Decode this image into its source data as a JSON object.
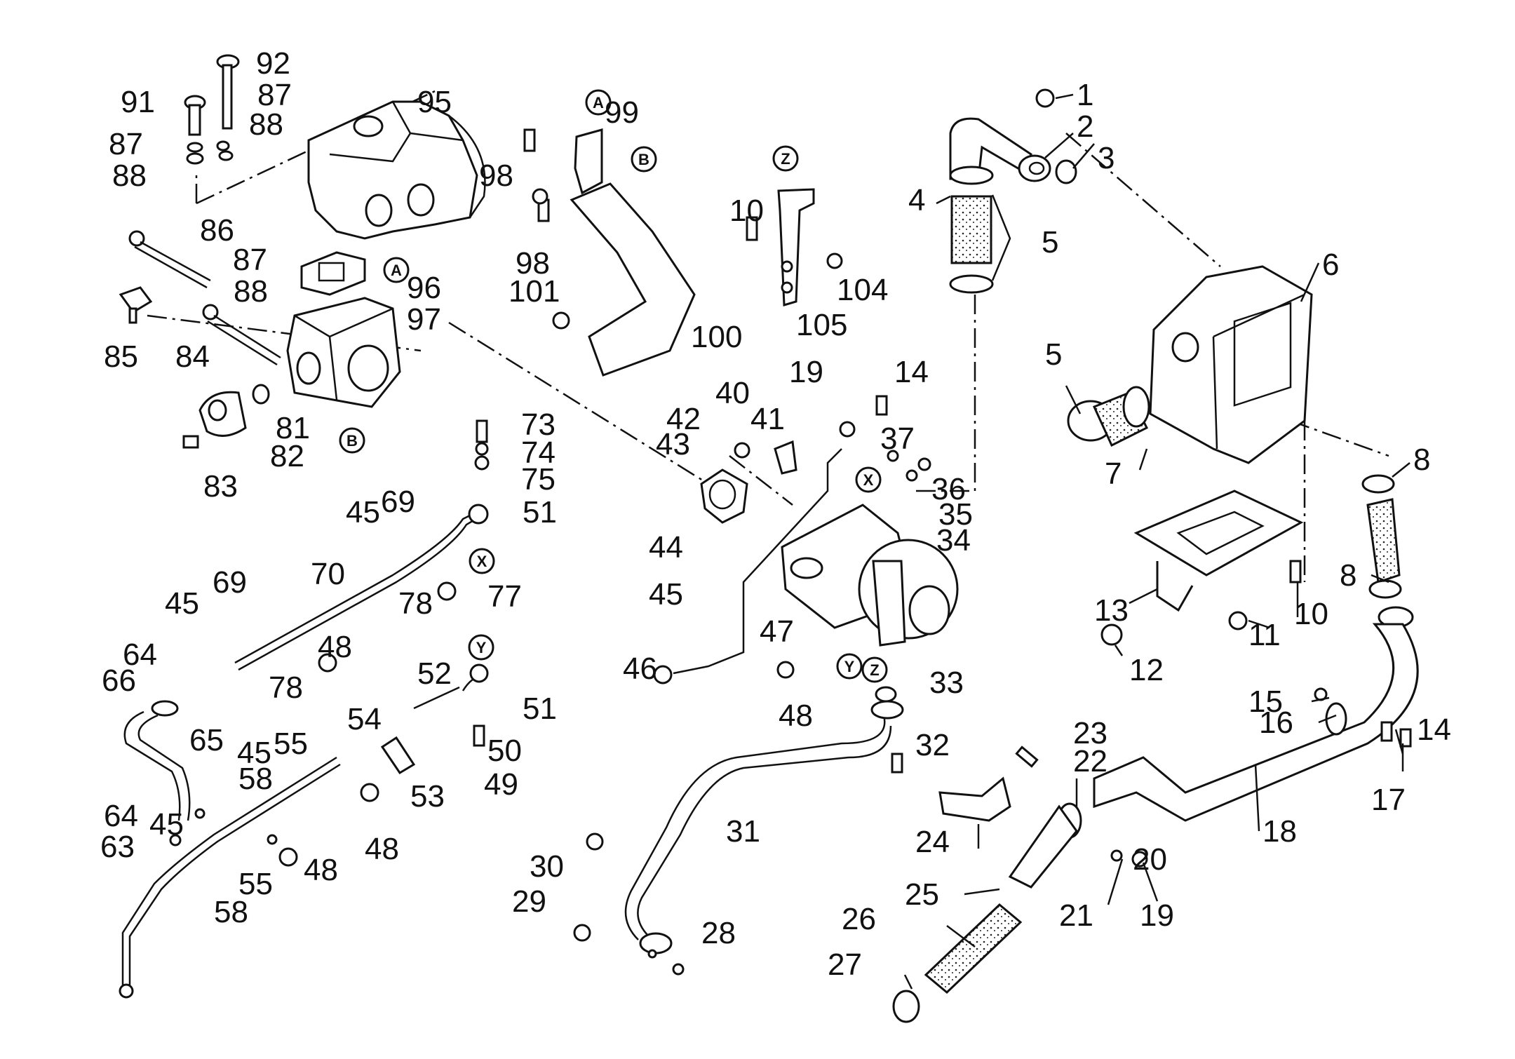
{
  "diagram": {
    "type": "exploded-parts-view",
    "subject": "turbocharger and air intake assembly",
    "reference_markers": [
      "A",
      "B",
      "X",
      "Y",
      "Z"
    ],
    "callouts": [
      "1",
      "2",
      "3",
      "4",
      "5",
      "5",
      "6",
      "7",
      "8",
      "8",
      "10",
      "10",
      "11",
      "12",
      "13",
      "14",
      "14",
      "15",
      "16",
      "17",
      "18",
      "19",
      "19",
      "20",
      "21",
      "22",
      "23",
      "24",
      "25",
      "26",
      "27",
      "28",
      "29",
      "30",
      "31",
      "32",
      "33",
      "34",
      "35",
      "36",
      "37",
      "40",
      "41",
      "42",
      "43",
      "44",
      "45",
      "45",
      "45",
      "45",
      "45",
      "46",
      "47",
      "48",
      "48",
      "48",
      "48",
      "49",
      "50",
      "51",
      "51",
      "52",
      "53",
      "54",
      "55",
      "55",
      "58",
      "58",
      "63",
      "64",
      "64",
      "65",
      "66",
      "69",
      "69",
      "70",
      "73",
      "74",
      "75",
      "77",
      "78",
      "78",
      "81",
      "82",
      "83",
      "84",
      "85",
      "86",
      "87",
      "87",
      "87",
      "88",
      "88",
      "88",
      "91",
      "92",
      "95",
      "96",
      "97",
      "98",
      "98",
      "99",
      "100",
      "101",
      "104",
      "105"
    ]
  }
}
